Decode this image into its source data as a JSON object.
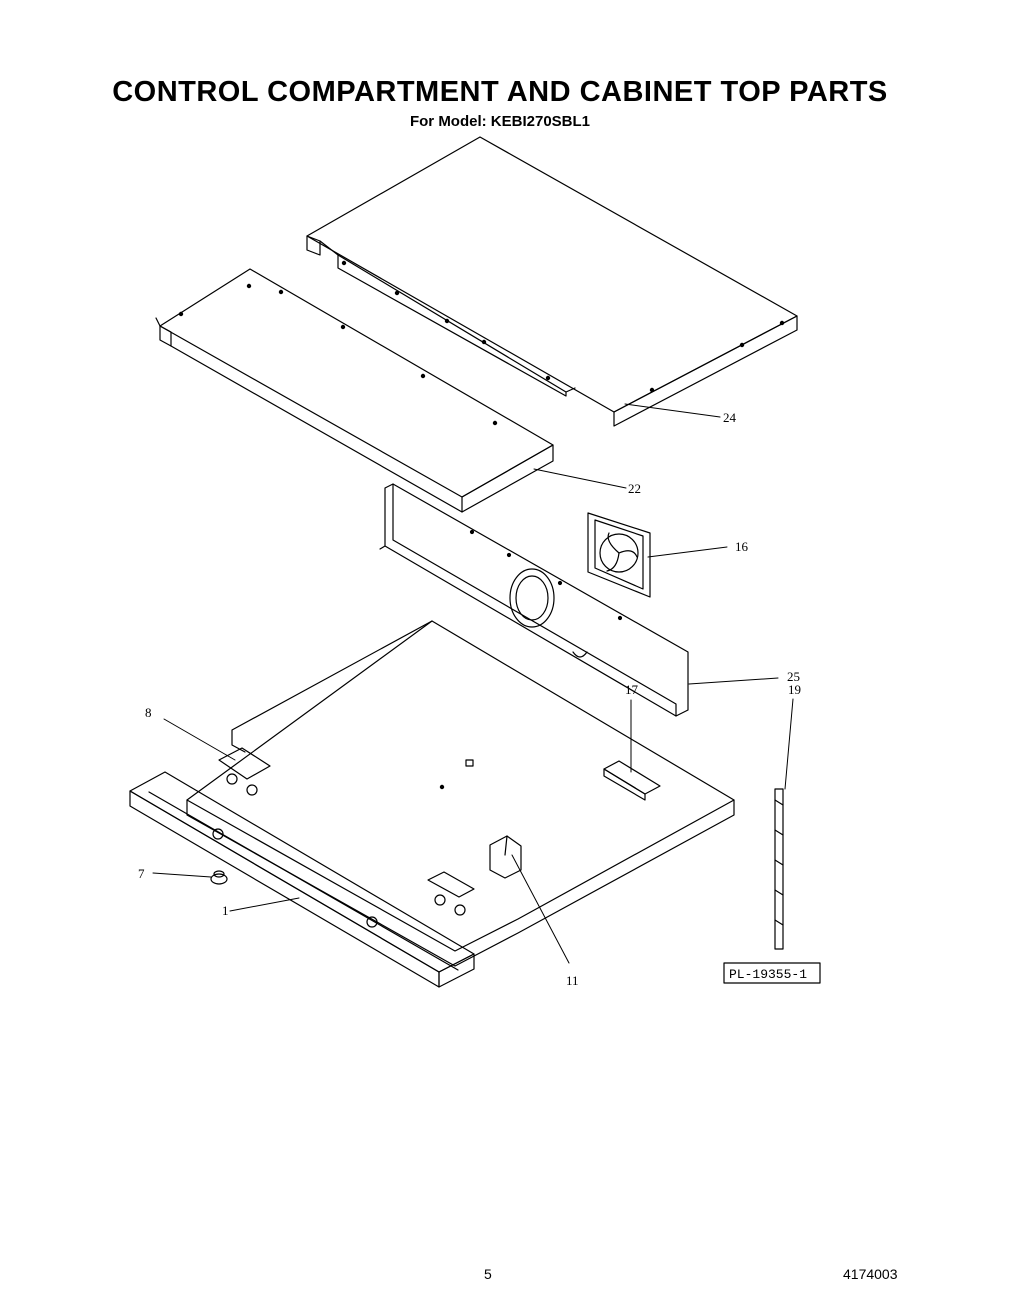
{
  "title": "CONTROL COMPARTMENT  AND CABINET TOP PARTS",
  "subtitle": "For Model: KEBI270SBL1",
  "callouts": {
    "c24": "24",
    "c22": "22",
    "c16": "16",
    "c25": "25",
    "c19": "19",
    "c8": "8",
    "c17": "17",
    "c7": "7",
    "c1": "1",
    "c11": "11"
  },
  "reference": "PL-19355-1",
  "footer": {
    "page_number": "5",
    "document_number": "4174003"
  }
}
